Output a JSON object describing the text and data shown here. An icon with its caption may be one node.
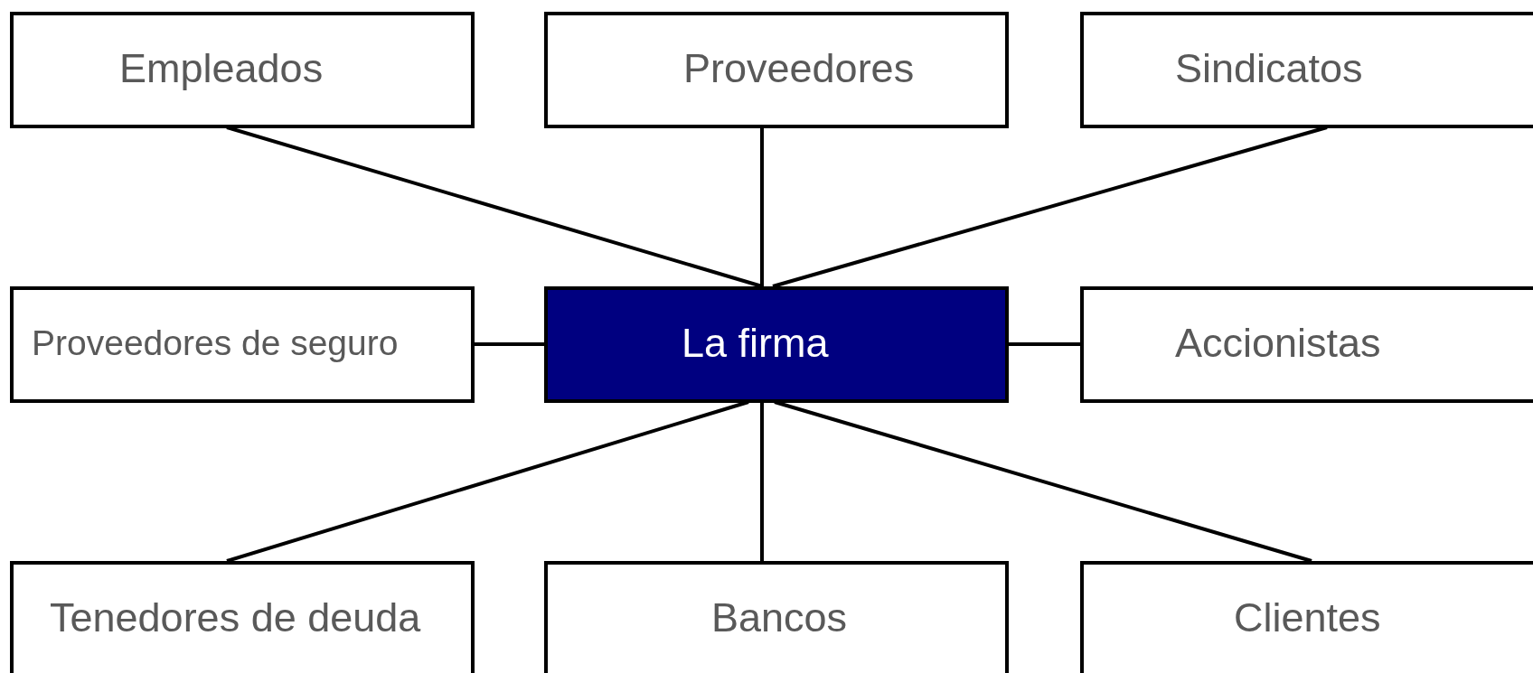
{
  "diagram": {
    "nodes": [
      {
        "text": [
          "Empleados"
        ]
      },
      {
        "text": [
          "Proveedores"
        ]
      },
      {
        "text": [
          "Sindicatos"
        ]
      },
      {
        "text": [
          "Proveedores de seguro"
        ]
      },
      {
        "text": [
          "La firma"
        ]
      },
      {
        "text": [
          "Accionistas"
        ]
      },
      {
        "text": [
          "Tenedores de deuda"
        ]
      },
      {
        "text": [
          "Bancos"
        ]
      },
      {
        "text": [
          "Clientes"
        ]
      }
    ],
    "edges": [
      {
        "from": 0,
        "to": 4,
        "arrow": "none"
      },
      {
        "from": 1,
        "to": 4,
        "arrow": "none"
      },
      {
        "from": 2,
        "to": 4,
        "arrow": "none"
      },
      {
        "from": 3,
        "to": 4,
        "arrow": "none"
      },
      {
        "from": 5,
        "to": 4,
        "arrow": "none"
      },
      {
        "from": 6,
        "to": 4,
        "arrow": "none"
      },
      {
        "from": 7,
        "to": 4,
        "arrow": "none"
      },
      {
        "from": 8,
        "to": 4,
        "arrow": "none"
      }
    ]
  }
}
